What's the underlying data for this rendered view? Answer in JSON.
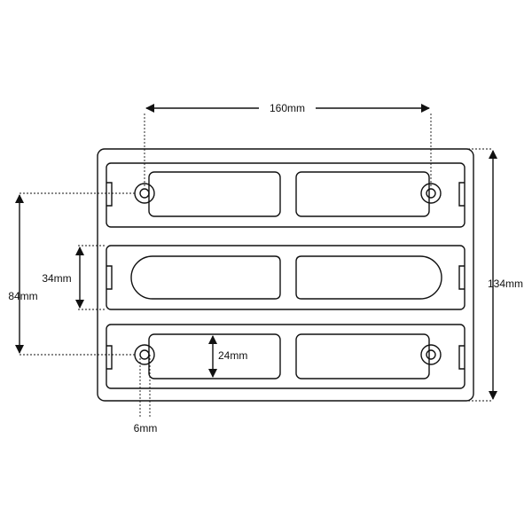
{
  "dimensions": {
    "width_160": "160mm",
    "height_134": "134mm",
    "height_84": "84mm",
    "height_34": "34mm",
    "height_24": "24mm",
    "hole_6": "6mm"
  },
  "colors": {
    "line": "#111111",
    "background": "#ffffff"
  }
}
